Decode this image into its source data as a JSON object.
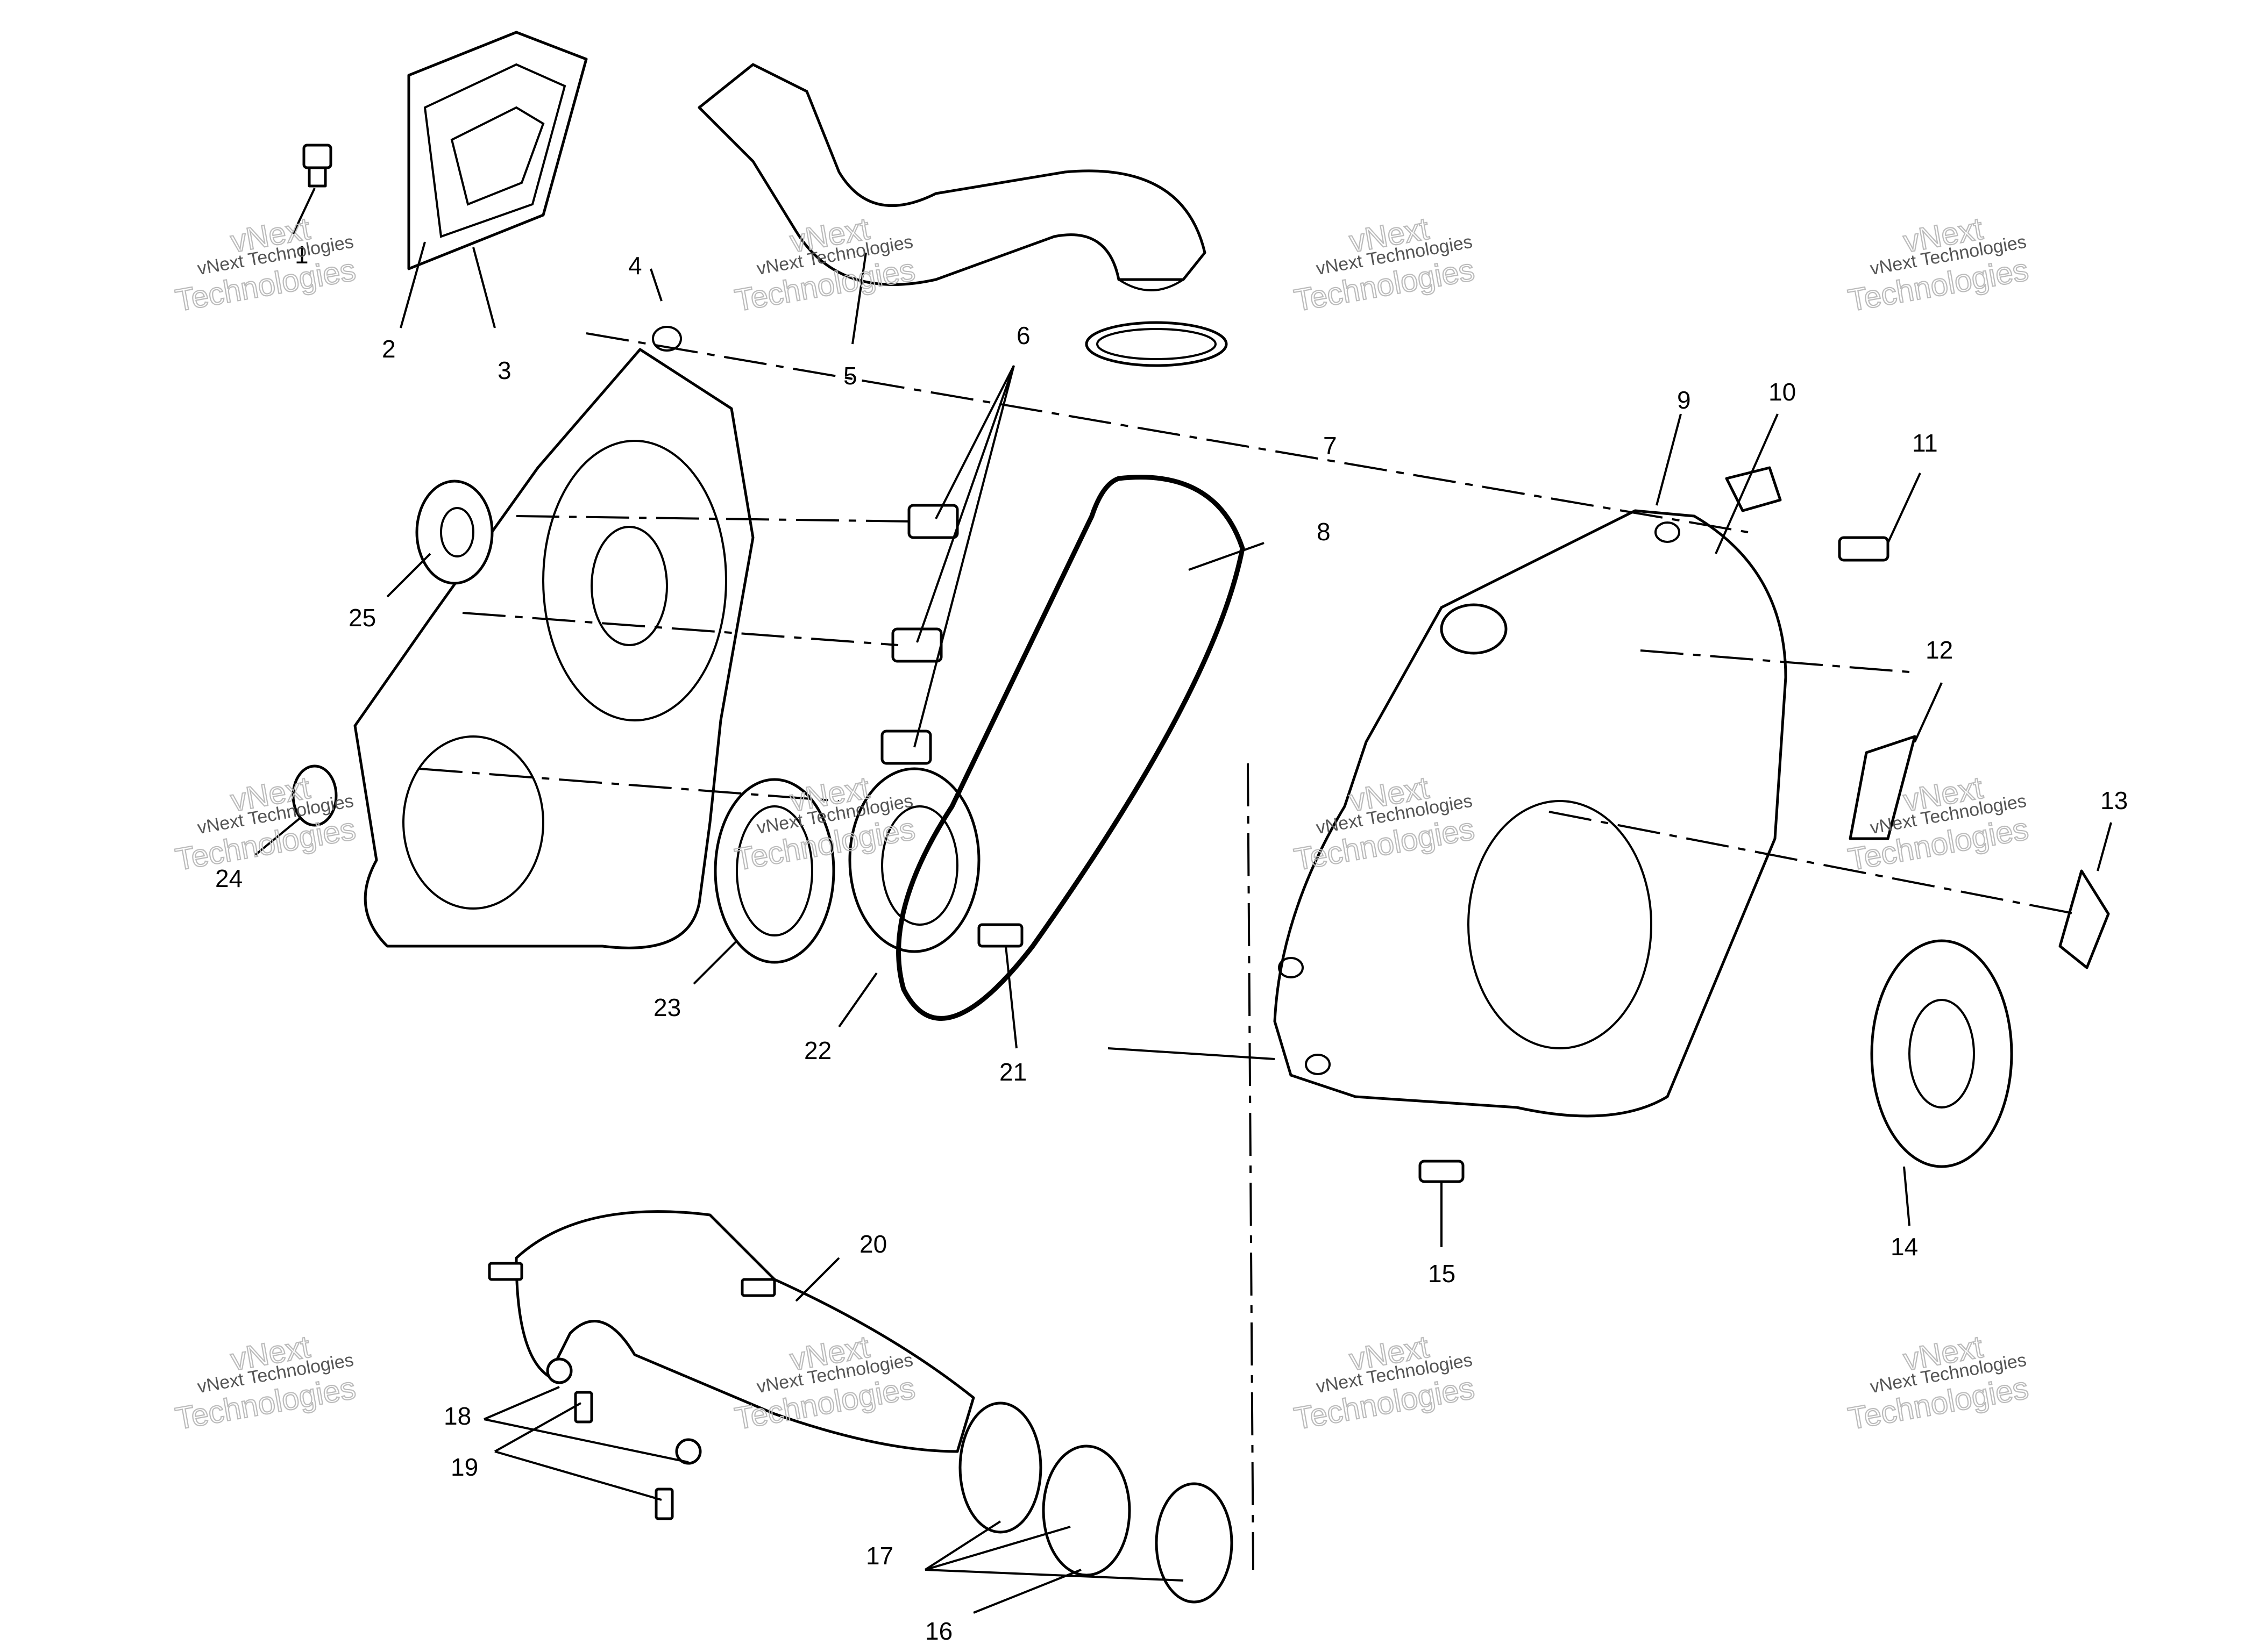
{
  "callouts": [
    "1",
    "2",
    "3",
    "4",
    "5",
    "6",
    "7",
    "8",
    "9",
    "10",
    "11",
    "12",
    "13",
    "14",
    "15",
    "16",
    "17",
    "18",
    "19",
    "20",
    "21",
    "22",
    "23",
    "24",
    "25"
  ],
  "watermark": {
    "line1": "vNext Technologies",
    "line2": "Technologies",
    "line3": "vNext"
  }
}
